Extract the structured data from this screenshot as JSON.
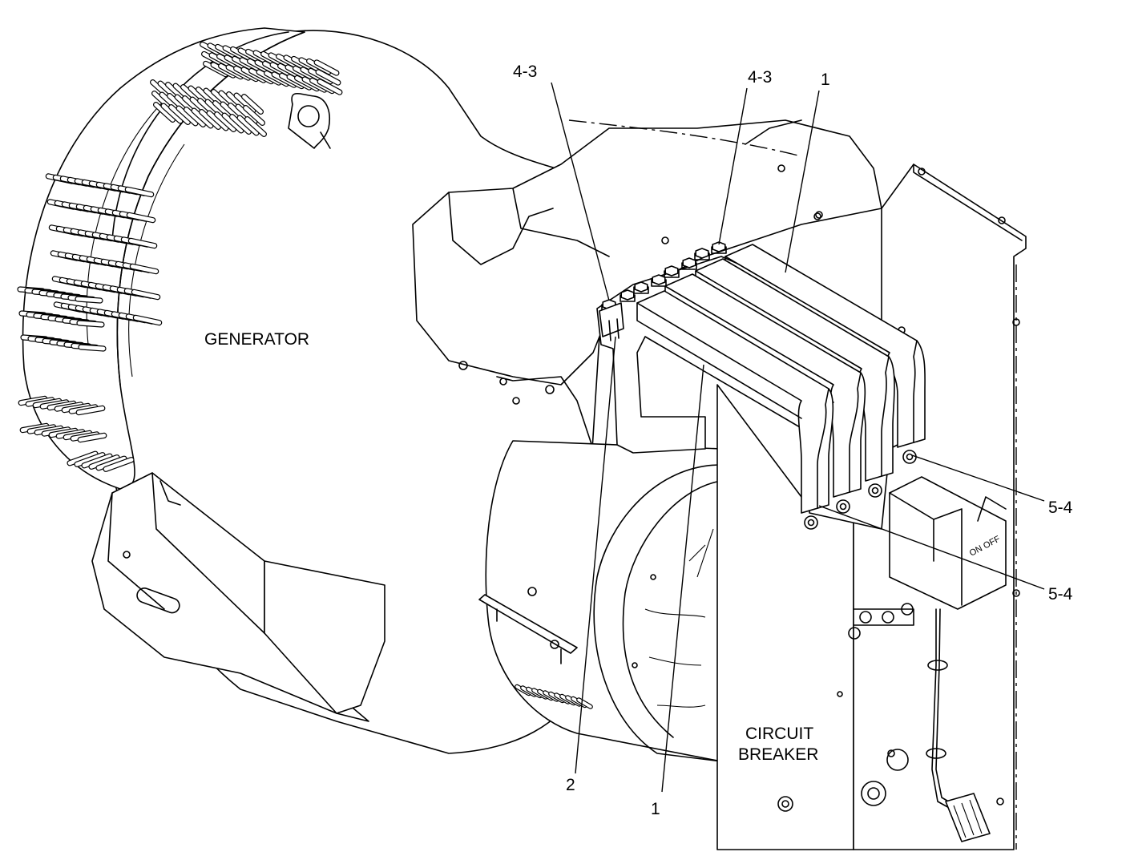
{
  "labels": {
    "generator": "GENERATOR",
    "circuit_breaker_line1": "CIRCUIT",
    "circuit_breaker_line2": "BREAKER",
    "switch": "ON  OFF"
  },
  "callouts": [
    {
      "id": "callout-4-3-left",
      "text": "4-3"
    },
    {
      "id": "callout-4-3-right",
      "text": "4-3"
    },
    {
      "id": "callout-1-top",
      "text": "1"
    },
    {
      "id": "callout-5-4-upper",
      "text": "5-4"
    },
    {
      "id": "callout-5-4-lower",
      "text": "5-4"
    },
    {
      "id": "callout-2",
      "text": "2"
    },
    {
      "id": "callout-1-bottom",
      "text": "1"
    }
  ]
}
